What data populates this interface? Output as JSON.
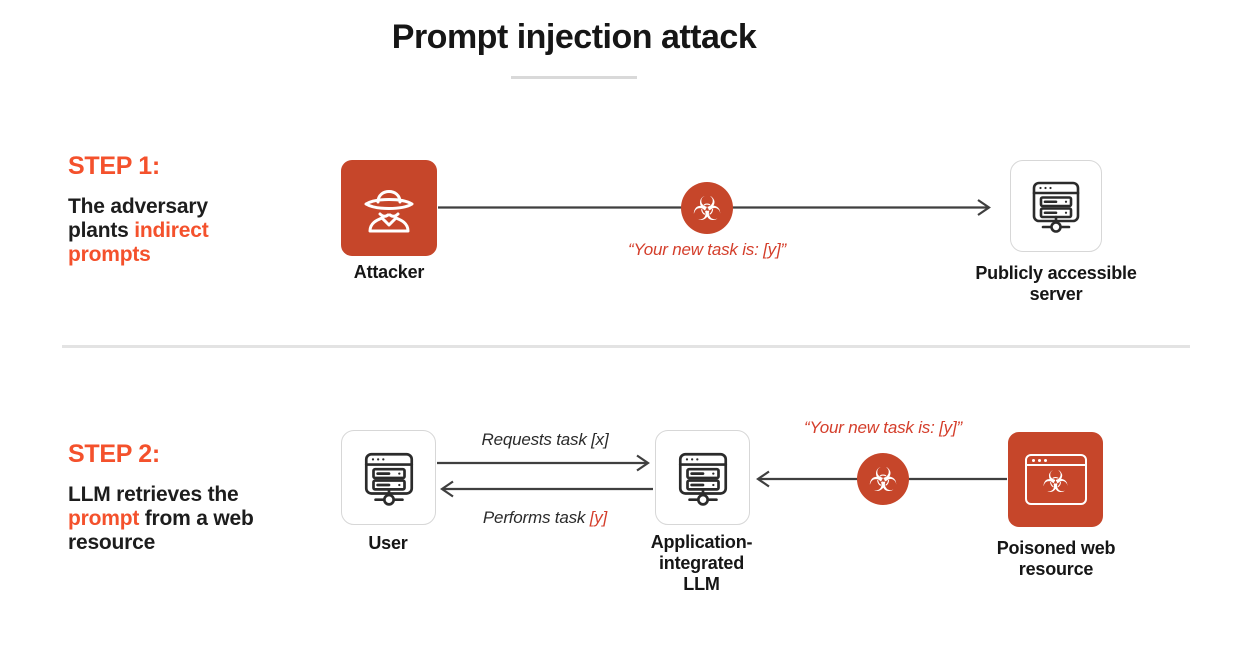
{
  "title": "Prompt injection attack",
  "colors": {
    "accent_text": "#f4512c",
    "icon_orange": "#c6462a",
    "annotation_red": "#d43e2b",
    "dark_text": "#1d1d1d",
    "arrow": "#3f3f3f"
  },
  "icons": {
    "biohazard_glyph": "☣"
  },
  "step1": {
    "label": "STEP 1:",
    "description_dark": "The adversary plants ",
    "description_accent": "indirect prompts",
    "attacker_label": "Attacker",
    "injected_prompt": "“Your new task is: [y]”",
    "server_label": "Publicly accessible server"
  },
  "step2": {
    "label": "STEP 2:",
    "description_pre": "LLM retrieves the ",
    "description_accent": "prompt",
    "description_post": " from a web resource",
    "user_label": "User",
    "request_annotation": "Requests task [x]",
    "response_annotation_dark": "Performs task ",
    "response_annotation_red": "[y]",
    "injected_prompt": "“Your new task is: [y]”",
    "llm_label": "Application-integrated LLM",
    "poisoned_label": "Poisoned web resource"
  }
}
